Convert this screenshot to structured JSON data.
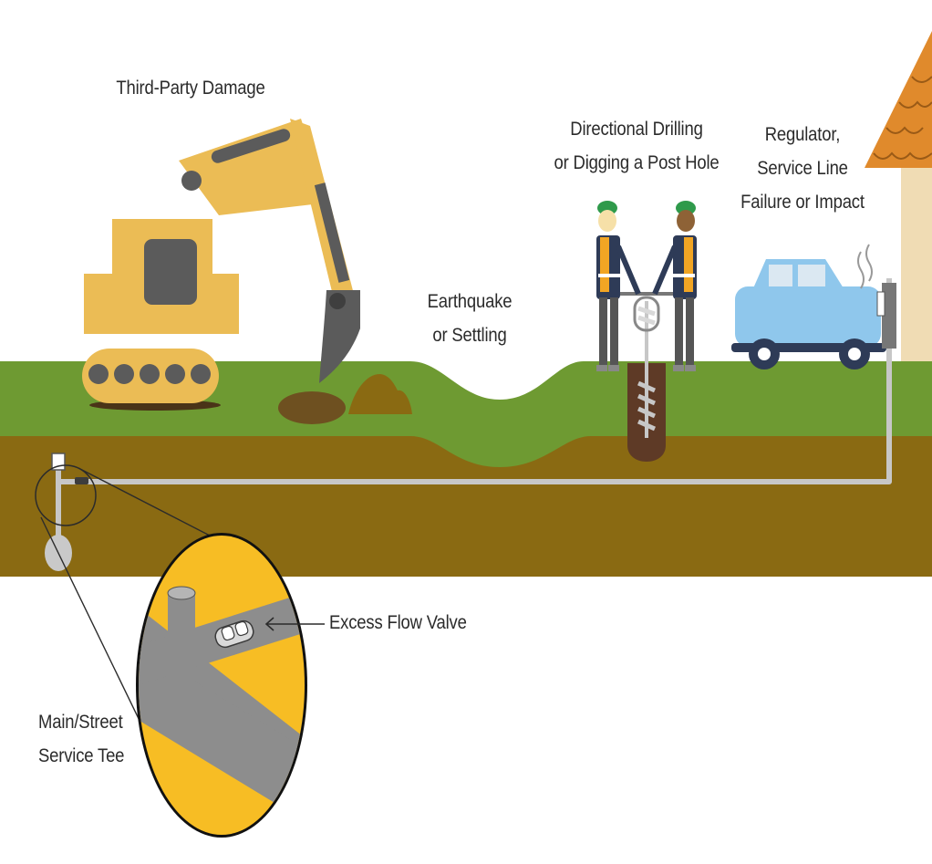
{
  "labels": {
    "third_party_damage": "Third-Party Damage",
    "earthquake": [
      "Earthquake",
      "or Settling"
    ],
    "drilling": [
      "Directional Drilling",
      "or Digging a Post Hole"
    ],
    "regulator": [
      "Regulator,",
      "Service Line",
      "Failure or Impact"
    ],
    "excess_flow_valve": "Excess Flow Valve",
    "main_street_tee": [
      "Main/Street",
      "Service Tee"
    ]
  },
  "colors": {
    "grass": "#6e9a32",
    "soil": "#8a6a12",
    "pipe": "#c7c7c7",
    "excavator": "#ebbc55",
    "magnifier_fill": "#f7bd24",
    "truck": "#8fc7ec",
    "roof": "#e08a2c",
    "house_wall": "#f0dcb4",
    "worker_vest": "#f1a524",
    "hardhat": "#2f9a4b"
  },
  "icons": [
    "excavator-icon",
    "dirt-mound-icon",
    "worker-icon",
    "auger-icon",
    "pickup-truck-icon",
    "house-icon",
    "gas-meter-icon",
    "excess-flow-valve-icon",
    "magnifier-icon"
  ]
}
